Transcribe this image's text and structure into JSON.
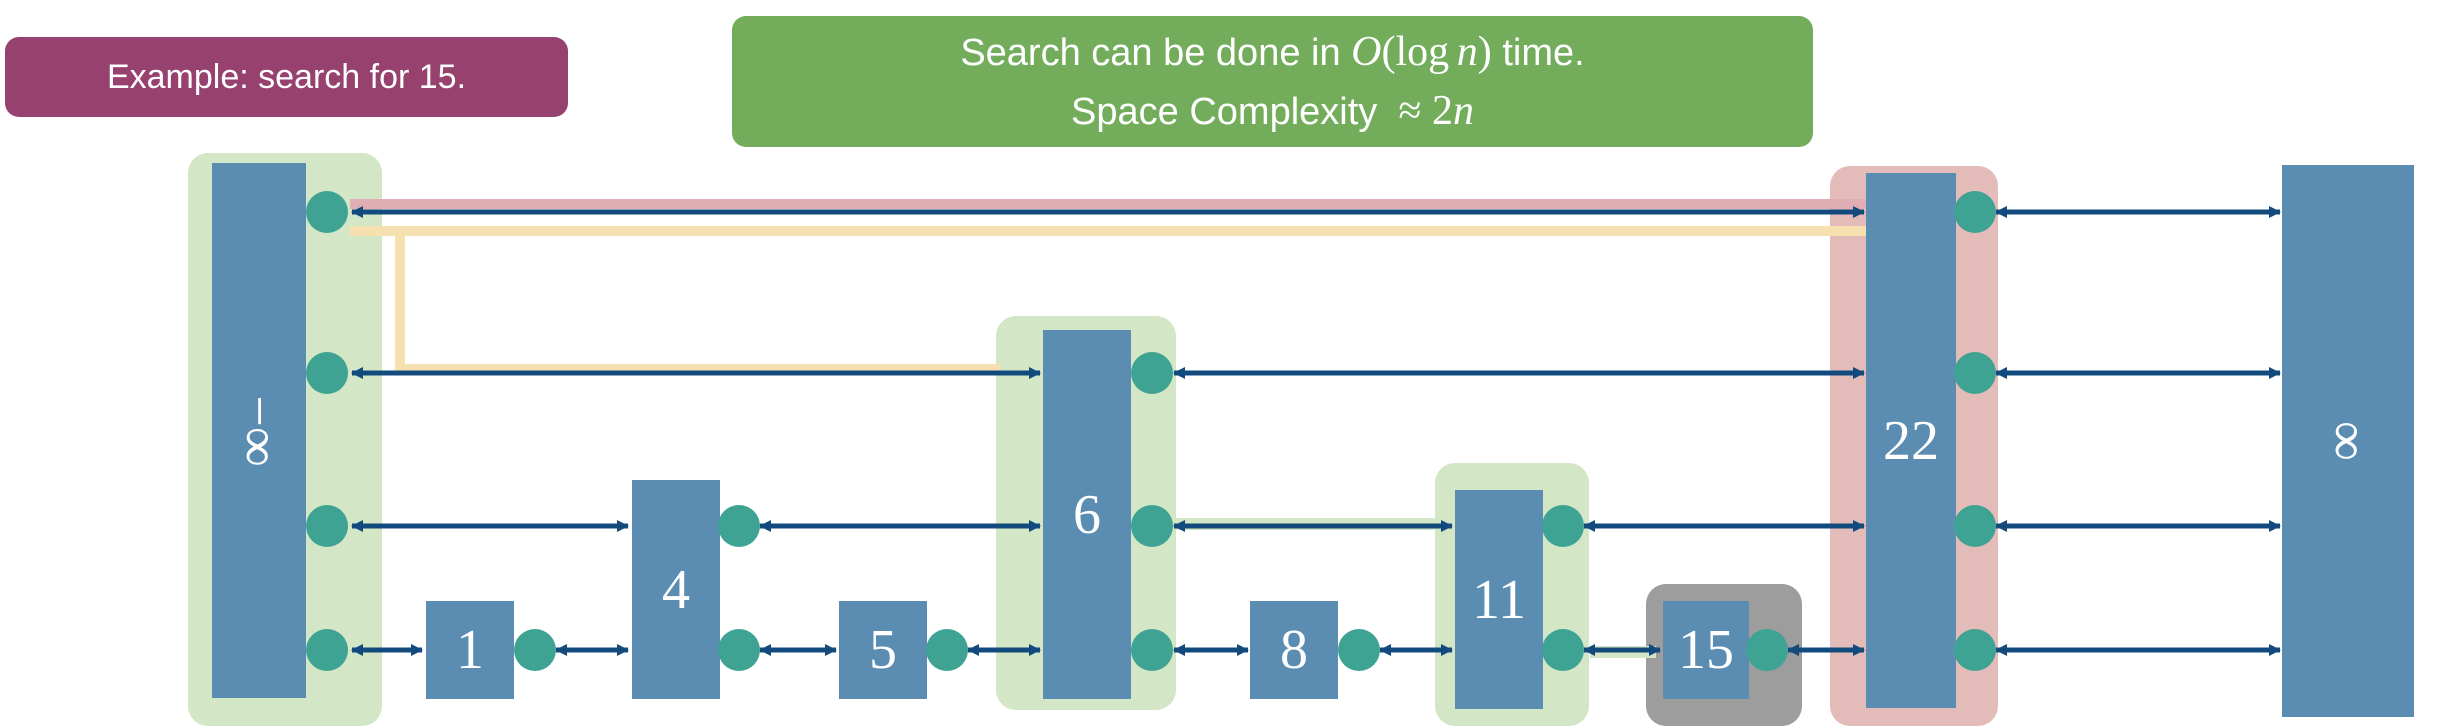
{
  "example_banner": {
    "text": "Example: search for 15."
  },
  "info_banner": {
    "line1_prefix": "Search can be done in ",
    "line1_O": "O",
    "line1_paren_open": "(",
    "line1_log": "log",
    "line1_n": "n",
    "line1_paren_close": ")",
    "line1_suffix": " time.",
    "line2_label": "Space Complexity",
    "line2_approx": "≈ 2",
    "line2_n": "n"
  },
  "nodes": [
    {
      "key": "-inf",
      "label": "−∞",
      "levels": 4,
      "on_search_path": true,
      "rotated": true
    },
    {
      "key": "1",
      "label": "1",
      "levels": 1,
      "on_search_path": false
    },
    {
      "key": "4",
      "label": "4",
      "levels": 2,
      "on_search_path": false
    },
    {
      "key": "5",
      "label": "5",
      "levels": 1,
      "on_search_path": false
    },
    {
      "key": "6",
      "label": "6",
      "levels": 3,
      "on_search_path": true
    },
    {
      "key": "8",
      "label": "8",
      "levels": 1,
      "on_search_path": false
    },
    {
      "key": "11",
      "label": "11",
      "levels": 2,
      "on_search_path": true
    },
    {
      "key": "15",
      "label": "15",
      "levels": 1,
      "on_search_path": "target"
    },
    {
      "key": "22",
      "label": "22",
      "levels": 4,
      "on_search_path": "overshoot"
    },
    {
      "key": "inf",
      "label": "∞",
      "levels": 4,
      "on_search_path": false,
      "rotated": true
    }
  ],
  "colors": {
    "node_fill": "#5b8db2",
    "pointer_dot": "#3fa393",
    "link_arrow": "#124a7e",
    "path_highlight": "#d3e6c6",
    "overshoot_highlight": "#e3bcba",
    "target_highlight": "#9d9d9d",
    "probe_line_red": "#dfadb3",
    "probe_line_yellow": "#f7e0b0",
    "banner_purple": "#96416e",
    "banner_green": "#73ad5c"
  }
}
